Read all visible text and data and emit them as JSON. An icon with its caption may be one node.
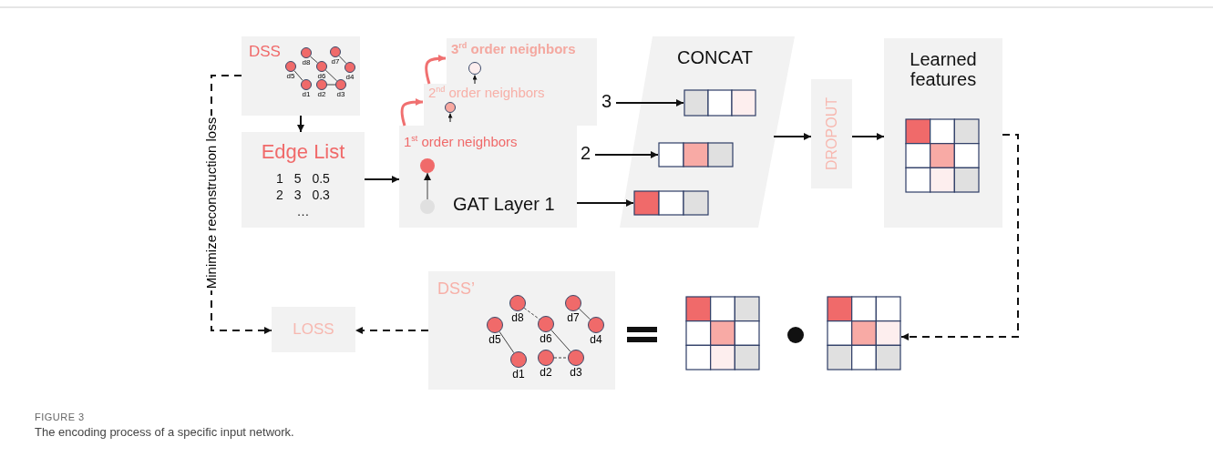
{
  "diagram": {
    "caption": "The encoding process of a specific input network.",
    "nodes": [
      {
        "text": [
          "DSS"
        ]
      },
      {
        "text": [],
        "shape": "circle",
        "beside": [
          "d8"
        ],
        "in": 0
      },
      {
        "text": [],
        "shape": "circle",
        "beside": [
          "d7"
        ],
        "in": 0
      },
      {
        "text": [],
        "shape": "circle",
        "beside": [
          "d5"
        ],
        "in": 0
      },
      {
        "text": [],
        "shape": "circle",
        "beside": [
          "d6"
        ],
        "in": 0
      },
      {
        "text": [],
        "shape": "circle",
        "beside": [
          "d4"
        ],
        "in": 0
      },
      {
        "text": [],
        "shape": "circle",
        "beside": [
          "d1"
        ],
        "in": 0
      },
      {
        "text": [],
        "shape": "circle",
        "beside": [
          "d2"
        ],
        "in": 0
      },
      {
        "text": [],
        "shape": "circle",
        "beside": [
          "d3"
        ],
        "in": 0
      },
      {
        "text": [
          "Edge List",
          "1 5 0.5",
          "2 3 0.3",
          "…"
        ]
      },
      {
        "text": [
          "3$^{rd}$ order neighbors"
        ]
      },
      {
        "text": [],
        "shape": "circle",
        "in": 10
      },
      {
        "text": [
          "2$^{nd}$ order neighbors"
        ]
      },
      {
        "text": [],
        "shape": "circle",
        "in": 12
      },
      {
        "text": [
          "1$^{st}$ order neighbors",
          "GAT Layer 1"
        ]
      },
      {
        "text": [],
        "shape": "circle",
        "in": 14
      },
      {
        "text": [],
        "shape": "circle",
        "in": 14
      },
      {
        "text": [
          "3"
        ]
      },
      {
        "text": [
          "2"
        ]
      },
      {
        "text": [
          "CONCAT"
        ]
      },
      {
        "text": [],
        "shape": "bar",
        "in": 19
      },
      {
        "text": [],
        "shape": "bar",
        "in": 19
      },
      {
        "text": [],
        "shape": "bar",
        "in": 19
      },
      {
        "text": [
          "DROPOUT"
        ]
      },
      {
        "text": [
          "Learned features"
        ]
      },
      {
        "text": [],
        "shape": "grid",
        "in": 24
      },
      {
        "text": [
          "LOSS"
        ]
      },
      {
        "text": [
          "DSS’"
        ]
      },
      {
        "text": [],
        "shape": "circle",
        "beside": [
          "d8"
        ],
        "in": 27
      },
      {
        "text": [],
        "shape": "circle",
        "beside": [
          "d7"
        ],
        "in": 27
      },
      {
        "text": [],
        "shape": "circle",
        "beside": [
          "d5"
        ],
        "in": 27
      },
      {
        "text": [],
        "shape": "circle",
        "beside": [
          "d6"
        ],
        "in": 27
      },
      {
        "text": [],
        "shape": "circle",
        "beside": [
          "d4"
        ],
        "in": 27
      },
      {
        "text": [],
        "shape": "circle",
        "beside": [
          "d1"
        ],
        "in": 27
      },
      {
        "text": [],
        "shape": "circle",
        "beside": [
          "d2"
        ],
        "in": 27
      },
      {
        "text": [],
        "shape": "circle",
        "beside": [
          "d3"
        ],
        "in": 27
      },
      {
        "text": [],
        "shape": "grid"
      },
      {
        "text": [],
        "shape": "grid"
      }
    ],
    "edges": [
      {
        "from": 1,
        "to": 4,
        "arrow": "none"
      },
      {
        "from": 3,
        "to": 6,
        "arrow": "none"
      },
      {
        "from": 4,
        "to": 8,
        "arrow": "none"
      },
      {
        "from": 7,
        "to": 8,
        "arrow": "none"
      },
      {
        "from": 2,
        "to": 5,
        "arrow": "none"
      },
      {
        "from": 0,
        "to": 9,
        "arrow": "to"
      },
      {
        "from": 9,
        "to": 14,
        "arrow": "to"
      },
      {
        "from": 16,
        "to": 15,
        "arrow": "to"
      },
      {
        "from": 14,
        "to": 12,
        "arrow": "to",
        "color": "#f07070"
      },
      {
        "from": 12,
        "to": 10,
        "arrow": "to",
        "color": "#f07070"
      },
      {
        "from": 17,
        "to": 20,
        "arrow": "to"
      },
      {
        "from": 18,
        "to": 21,
        "arrow": "to"
      },
      {
        "from": 14,
        "to": 22,
        "arrow": "to"
      },
      {
        "from": 19,
        "to": 23,
        "arrow": "to"
      },
      {
        "from": 23,
        "to": 24,
        "arrow": "to"
      },
      {
        "from": 24,
        "to": 37,
        "arrow": "to",
        "style": "dashed"
      },
      {
        "from": 27,
        "to": 26,
        "arrow": "to",
        "style": "dashed"
      },
      {
        "from": 0,
        "to": 26,
        "arrow": "to",
        "style": "dashed",
        "label": "Minimize reconstruction loss"
      },
      {
        "from": 28,
        "to": 31,
        "arrow": "none",
        "style": "dashed"
      },
      {
        "from": 30,
        "to": 33,
        "arrow": "none"
      },
      {
        "from": 31,
        "to": 35,
        "arrow": "none"
      },
      {
        "from": 34,
        "to": 35,
        "arrow": "none",
        "style": "dashed"
      },
      {
        "from": 29,
        "to": 32,
        "arrow": "none"
      }
    ],
    "labels": [
      "FIGURE 3"
    ]
  }
}
